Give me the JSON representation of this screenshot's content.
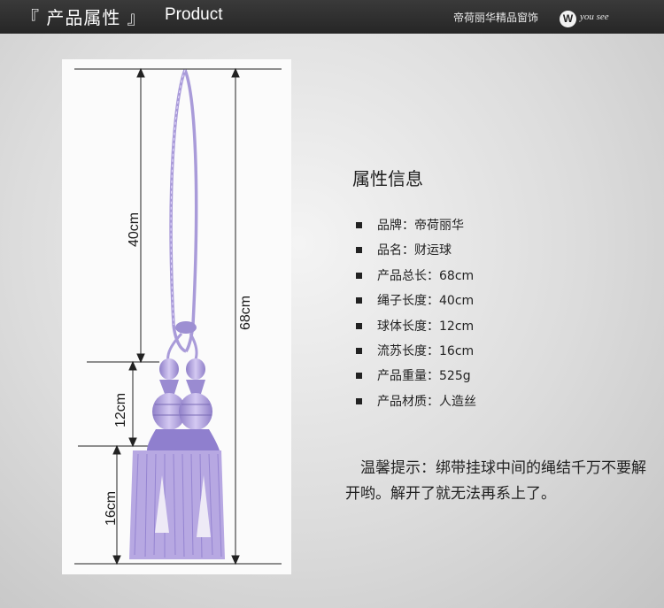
{
  "header": {
    "title": "『 产品属性 』",
    "subtitle": "Product",
    "brand": "帝荷丽华精品窗饰",
    "logo_letter": "W",
    "logo_text": "you see"
  },
  "photo": {
    "dimensions": [
      {
        "label": "40cm"
      },
      {
        "label": "68cm"
      },
      {
        "label": "12cm"
      },
      {
        "label": "16cm"
      }
    ],
    "tassel_color": "#b7a8e2"
  },
  "info": {
    "title": "属性信息",
    "items": [
      "品牌：帝荷丽华",
      "品名：财运球",
      "产品总长：68cm",
      "绳子长度：40cm",
      "球体长度：12cm",
      "流苏长度：16cm",
      "产品重量：525g",
      "产品材质：人造丝"
    ]
  },
  "tip": "温馨提示：绑带挂球中间的绳结千万不要解开哟。解开了就无法再系上了。"
}
